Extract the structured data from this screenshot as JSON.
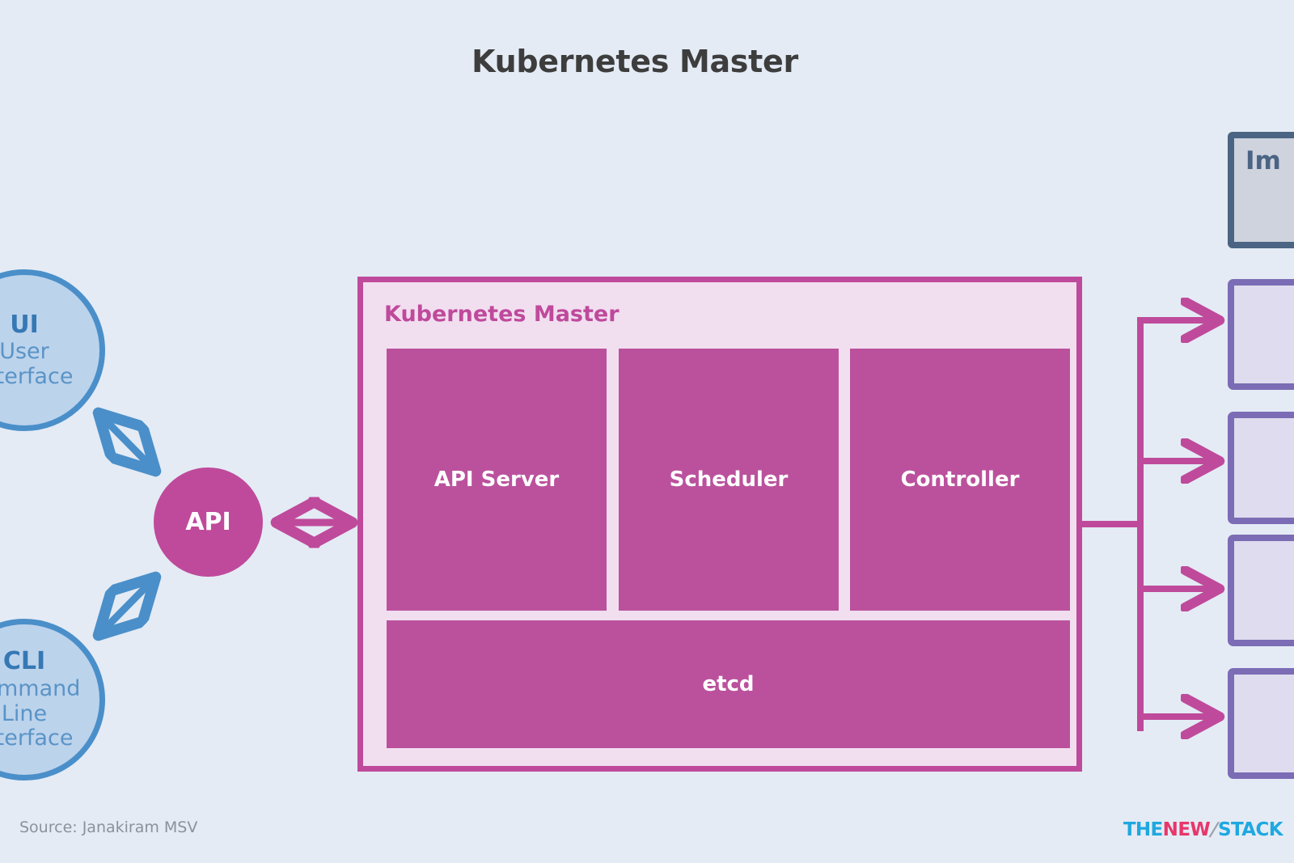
{
  "title": "Kubernetes Master",
  "colors": {
    "background": "#e4ebf5",
    "magenta": "#bf4a9b",
    "magenta_box": "#bb519d",
    "panel_fill": "#f1dff0",
    "blue": "#4a8fc9",
    "blue_fill": "#bcd3ec",
    "purple": "#7b6cb5",
    "purple_fill": "#dedcee",
    "slate": "#4b6483",
    "slate_fill": "#ced3de",
    "title_text": "#3d3d3d",
    "source_text": "#8d9199"
  },
  "clients": [
    {
      "id": "ui",
      "abbr": "UI",
      "expansion": "User\nInterface"
    },
    {
      "id": "cli",
      "abbr": "CLI",
      "expansion": "Command\nLine\nInterface"
    }
  ],
  "api_gateway": {
    "label": "API"
  },
  "master_panel": {
    "label": "Kubernetes Master",
    "components": [
      {
        "id": "api-server",
        "label": "API Server"
      },
      {
        "id": "scheduler",
        "label": "Scheduler"
      },
      {
        "id": "controller",
        "label": "Controller"
      },
      {
        "id": "etcd",
        "label": "etcd"
      }
    ]
  },
  "registry": {
    "label": "Im"
  },
  "nodes": [
    {
      "id": "node-1",
      "label": ""
    },
    {
      "id": "node-2",
      "label": ""
    },
    {
      "id": "node-3",
      "label": ""
    },
    {
      "id": "node-4",
      "label": ""
    }
  ],
  "footer": {
    "source": "Source: Janakiram MSV",
    "logo": {
      "part1": "THE",
      "part2": "NEW",
      "slash": "/",
      "part3": "STACK"
    }
  }
}
